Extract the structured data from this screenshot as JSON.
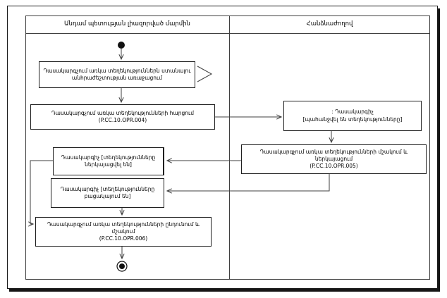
{
  "diagram": {
    "type": "activity-swimlane",
    "colors": {
      "background": "#ffffff",
      "line": "#3f3f3f",
      "node_border": "#1f1f1f",
      "node_fill": "#ffffff",
      "text": "#000000"
    },
    "lanes": [
      {
        "title": "Անդամ պետության լիազորված մարմին"
      },
      {
        "title": "Հանձնաժողով"
      }
    ],
    "icons": {
      "initial_node": "filled-circle",
      "final_node": "bullseye-circle",
      "send_signal": "right-chevron"
    },
    "nodes": {
      "need": {
        "line1": "Դասակարգչում առկա տեղեկություններն ստանալու",
        "line2": "անհրաժեշտության առաջացում"
      },
      "query": {
        "line1": "Դասակարգչում առկա տեղեկությունների հարցում",
        "line2": "(P.CC.10.OPR.004)"
      },
      "requested": {
        "line1": ": Դասակարգիչ",
        "line2": "[պահանջվել են տեղեկությունները]"
      },
      "present": {
        "line1": "Դասակարգչում առկա տեղեկությունների մշակում և ներկայացում",
        "line2": "(P.CC.10.OPR.005)"
      },
      "presented": {
        "line1": "Դասակարգիչ [տեղեկությունները",
        "line2": "ներկայացվել են]"
      },
      "absent": {
        "line1": "Դասակարգիչ [տեղեկությունները",
        "line2": "բացակայում են]"
      },
      "receive": {
        "line1": "Դասակարգչում առկա տեղեկությունների ընդունում և մշակում",
        "line2": "(P.CC.10.OPR.006)"
      }
    },
    "edges": [
      {
        "from": "initial",
        "to": "need"
      },
      {
        "from": "need",
        "to": "query"
      },
      {
        "from": "query",
        "to": "requested"
      },
      {
        "from": "requested",
        "to": "present"
      },
      {
        "from": "present",
        "to": "presented"
      },
      {
        "from": "present",
        "to": "absent"
      },
      {
        "from": "presented",
        "to": "receive"
      },
      {
        "from": "absent",
        "to": "receive"
      },
      {
        "from": "receive",
        "to": "final"
      }
    ]
  }
}
